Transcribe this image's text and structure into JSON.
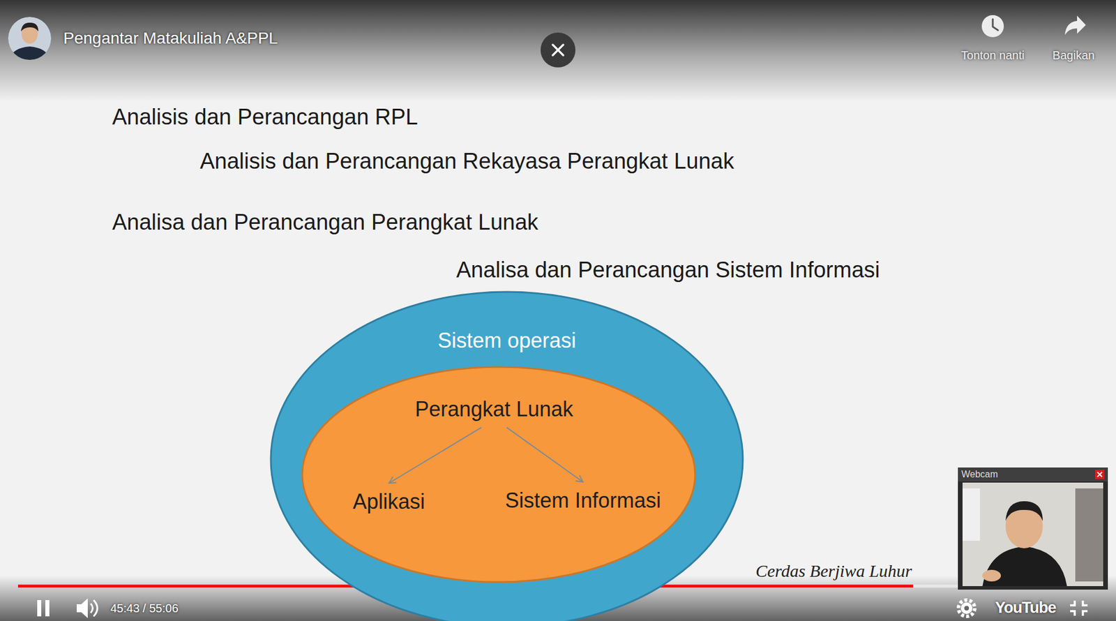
{
  "diagram": {
    "nodes": [
      {
        "text": [
          "Sistem operasi"
        ]
      },
      {
        "text": [
          "Perangkat Lunak"
        ],
        "in": 0
      },
      {
        "text": [
          "Aplikasi"
        ],
        "in": 1
      },
      {
        "text": [
          "Sistem Informasi"
        ],
        "in": 1
      }
    ],
    "edges": [
      {
        "from": 1,
        "to": 2,
        "arrow": "to"
      },
      {
        "from": 1,
        "to": 3,
        "arrow": "to"
      }
    ],
    "labels": [
      "Pengantar Matakuliah A&PPL",
      "Tonton nanti",
      "Bagikan",
      "Analisis dan Perancangan RPL",
      "Analisis dan Perancangan Rekayasa Perangkat Lunak",
      "Analisa dan Perancangan Perangkat Lunak",
      "Analisa dan Perancangan Sistem Informasi",
      "Webcam",
      "Cerdas Berjiwa Luhur",
      "45:43 / 55:06",
      "YouTube"
    ]
  }
}
